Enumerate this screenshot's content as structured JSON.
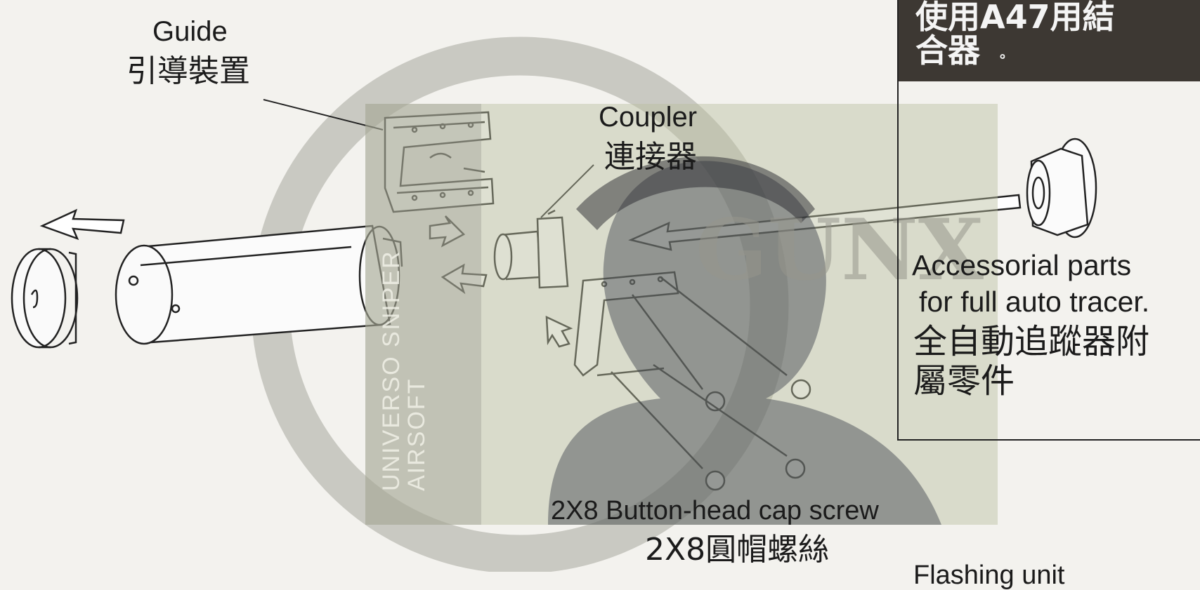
{
  "labels": {
    "guide_en": "Guide",
    "guide_zh": "引導裝置",
    "coupler_en": "Coupler",
    "coupler_zh": "連接器",
    "accessory_line1": "Accessorial parts",
    "accessory_line2": "for full auto tracer.",
    "accessory_zh_line1": "全自動追蹤器附",
    "accessory_zh_line2": "屬零件",
    "screw_en": "2X8 Button-head cap screw",
    "screw_zh": "2X8圓帽螺絲",
    "flashing_unit_partial": "Flashing unit"
  },
  "callout": {
    "header": "使用A47用結合器",
    "header_tail": "。"
  },
  "watermark": {
    "side_line1": "UNIVERSO SNIPER",
    "side_line2": "AIRSOFT",
    "big_text": "GUNX AIRSOFT"
  },
  "colors": {
    "paper": "#f3f2ee",
    "ink": "#1b1b1b",
    "header_bg": "#3d3833",
    "watermark": "#8c8c84"
  }
}
